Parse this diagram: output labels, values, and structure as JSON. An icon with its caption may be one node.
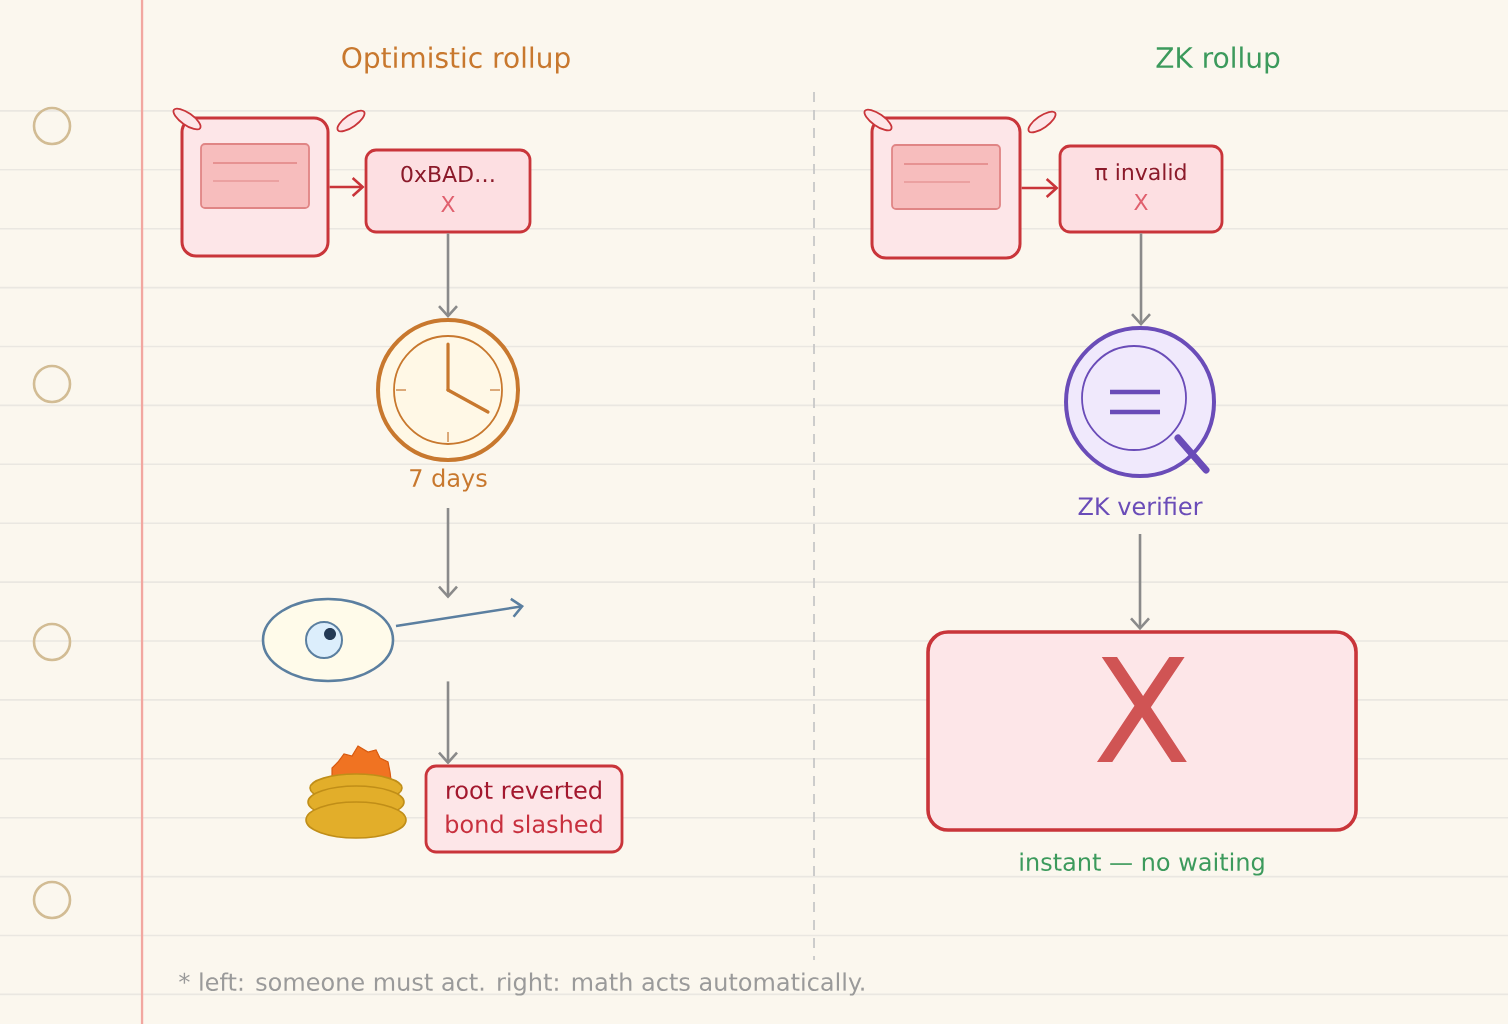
{
  "diagram": {
    "nodes": [
      {
        "text": [],
        "shape": "box"
      },
      {
        "text": [
          "0xBAD…",
          "X"
        ]
      },
      {
        "text": [],
        "shape": "circle",
        "beside": [
          "7 days"
        ]
      },
      {
        "text": [],
        "shape": "picture"
      },
      {
        "text": [
          "root reverted",
          "bond slashed"
        ]
      },
      {
        "text": [],
        "shape": "box"
      },
      {
        "text": [
          "π invalid",
          "X"
        ]
      },
      {
        "text": [],
        "shape": "circle",
        "beside": [
          "ZK verifier"
        ]
      },
      {
        "text": [
          "X"
        ],
        "beside": [
          "instant — no waiting"
        ]
      }
    ],
    "edges": [
      {
        "from": 0,
        "to": 1,
        "arrow": "to",
        "color": "#c9353a"
      },
      {
        "from": 1,
        "to": 2,
        "arrow": "to"
      },
      {
        "from": 2,
        "to": 3,
        "arrow": "to"
      },
      {
        "from": 3,
        "to": 4,
        "arrow": "to"
      },
      {
        "from": 5,
        "to": 6,
        "arrow": "to",
        "color": "#c9353a"
      },
      {
        "from": 6,
        "to": 7,
        "arrow": "to"
      },
      {
        "from": 7,
        "to": 8,
        "arrow": "to"
      }
    ],
    "labels": [
      "Optimistic rollup",
      "ZK rollup",
      "* left: someone must act. right: math acts automatically."
    ]
  }
}
